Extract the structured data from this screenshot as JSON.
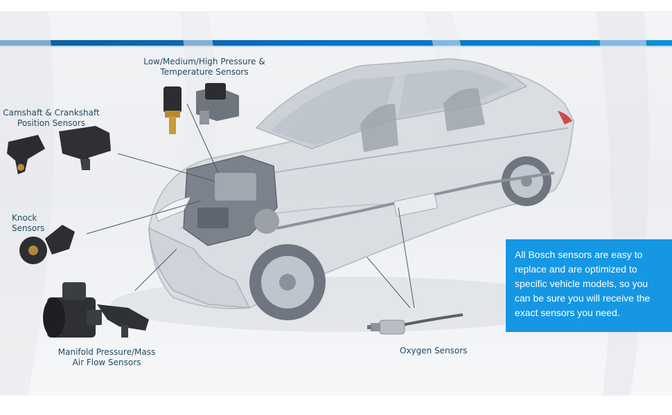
{
  "labels": {
    "pressure_temp_line1": "Low/Medium/High Pressure &",
    "pressure_temp_line2": "Temperature Sensors",
    "camshaft_line1": "Camshaft & Crankshaft",
    "camshaft_line2": "Position Sensors",
    "knock_line1": "Knock",
    "knock_line2": "Sensors",
    "manifold_line1": "Manifold Pressure/Mass",
    "manifold_line2": "Air Flow Sensors",
    "oxygen": "Oxygen Sensors"
  },
  "info": {
    "text": "All Bosch sensors are easy to replace and are optimized to specific vehicle models, so you can be sure you will receive the exact sensors you need."
  },
  "colors": {
    "brand_blue": "#1597e3",
    "band_blue": "#0b73c4",
    "label_text": "#1f4a63"
  }
}
